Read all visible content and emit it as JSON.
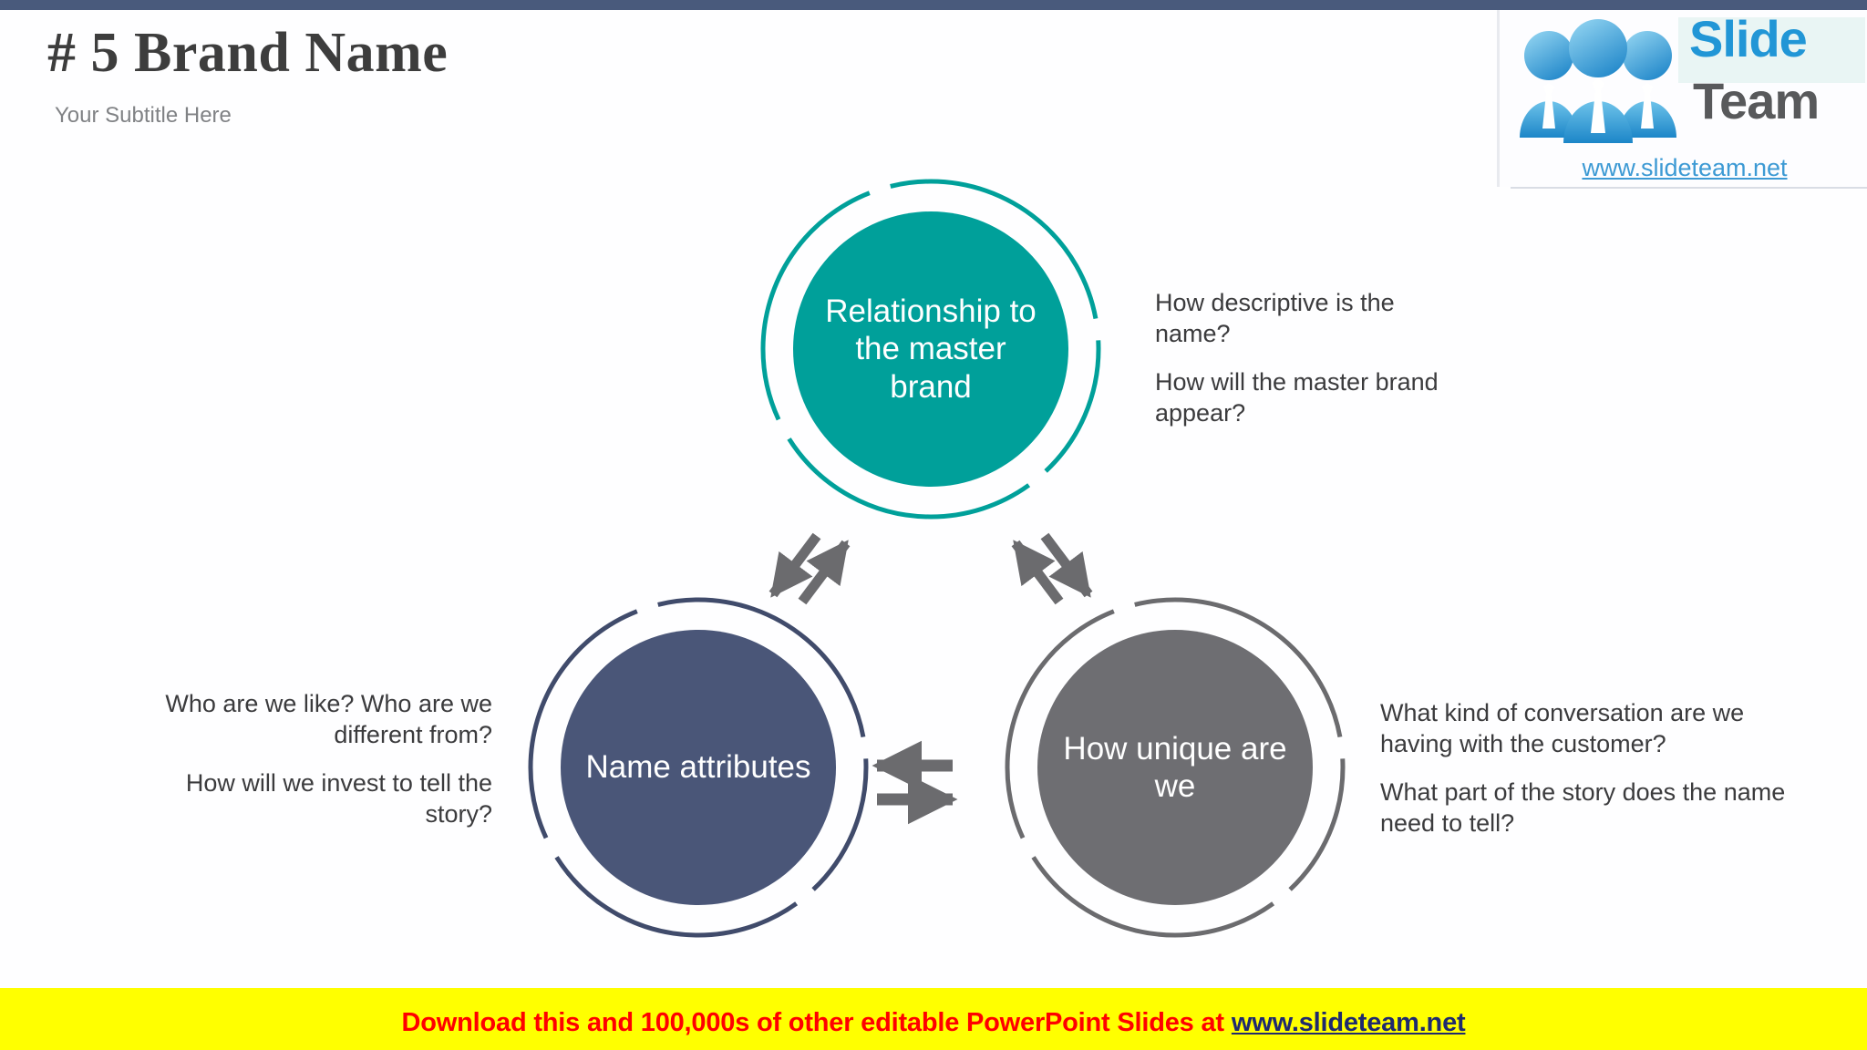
{
  "top_bar": {
    "color": "#495a7c"
  },
  "header": {
    "title": "# 5 Brand Name",
    "subtitle": "Your Subtitle Here"
  },
  "logo": {
    "name_part1": "Slide",
    "name_part2": "Team",
    "url": "www.slideteam.net",
    "people_icon": "three-people-group-icon",
    "color_blue": "#2196d6",
    "color_gray": "#58595b"
  },
  "diagram": {
    "type": "three-circle-cycle",
    "nodes": [
      {
        "id": "top",
        "label": "Relationship to the master brand",
        "color": "#00a09a"
      },
      {
        "id": "left",
        "label": "Name attributes",
        "color": "#4a5678"
      },
      {
        "id": "right",
        "label": "How unique are we",
        "color": "#6e6e72"
      }
    ],
    "connectors": [
      {
        "id": "top-left",
        "style": "double-arrow-diagonal"
      },
      {
        "id": "top-right",
        "style": "double-arrow-diagonal"
      },
      {
        "id": "left-right",
        "style": "double-arrow-horizontal"
      }
    ]
  },
  "callouts": {
    "top": [
      "How descriptive is the name?",
      "How will the master brand appear?"
    ],
    "left": [
      "Who are we like? Who are we different from?",
      "How will we invest to tell the story?"
    ],
    "right": [
      "What kind of conversation are we having with the customer?",
      "What part of the story does the name need to tell?"
    ]
  },
  "banner": {
    "text": "Download this and 100,000s of other editable PowerPoint Slides at",
    "link": "www.slideteam.net",
    "bg": "#ffff00",
    "text_color": "#ff0000",
    "link_color": "#1f2a6e"
  }
}
